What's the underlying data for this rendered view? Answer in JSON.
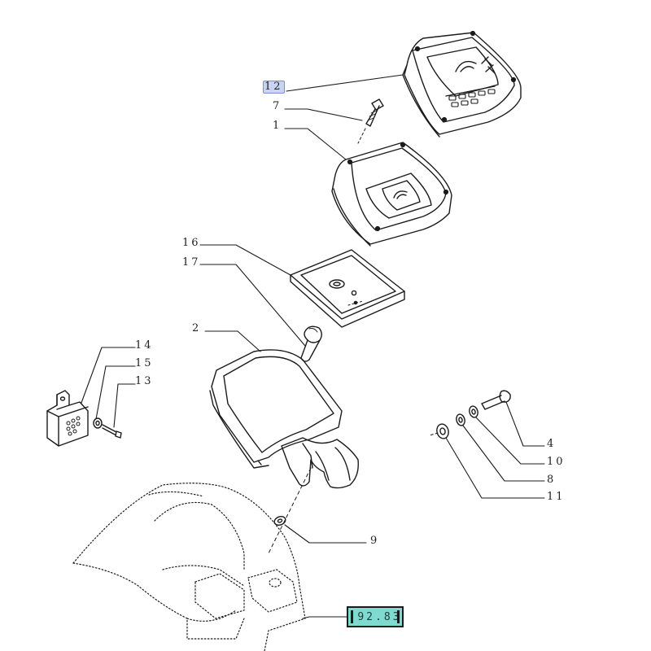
{
  "callouts": [
    {
      "id": "12",
      "text": "12",
      "highlighted": true
    },
    {
      "id": "7",
      "text": "7"
    },
    {
      "id": "1",
      "text": "1"
    },
    {
      "id": "16",
      "text": "16"
    },
    {
      "id": "17",
      "text": "17"
    },
    {
      "id": "2",
      "text": "2"
    },
    {
      "id": "14",
      "text": "14"
    },
    {
      "id": "15",
      "text": "15"
    },
    {
      "id": "13",
      "text": "13"
    },
    {
      "id": "4",
      "text": "4"
    },
    {
      "id": "10",
      "text": "10"
    },
    {
      "id": "8",
      "text": "8"
    },
    {
      "id": "11",
      "text": "11"
    },
    {
      "id": "9",
      "text": "9"
    }
  ],
  "reference_code": ".92.83",
  "colors": {
    "line": "#1b1b1b",
    "highlight": "#c9d4f2",
    "reference_box": "#7fdad0"
  }
}
